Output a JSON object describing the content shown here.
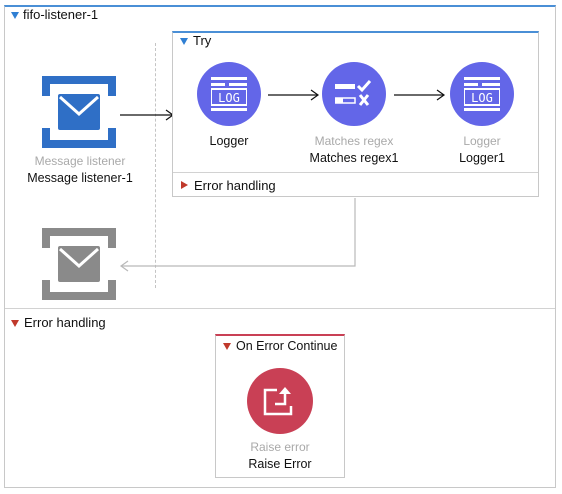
{
  "flow": {
    "title": "fifo-listener-1",
    "accent_color": "#4a8fd6",
    "source": {
      "type_label": "Message listener",
      "name": "Message listener-1",
      "icon": "envelope-icon",
      "color": "#2f6fc6"
    },
    "response_icon": {
      "icon": "envelope-icon",
      "color": "#8a8a8a"
    },
    "try_scope": {
      "title": "Try",
      "processors": [
        {
          "type_label": "",
          "name": "Logger",
          "icon": "log-icon",
          "color": "#6366e8"
        },
        {
          "type_label": "Matches regex",
          "name": "Matches regex1",
          "icon": "check-cross-icon",
          "color": "#6366e8"
        },
        {
          "type_label": "Logger",
          "name": "Logger1",
          "icon": "log-icon",
          "color": "#6366e8"
        }
      ],
      "error_handling_label": "Error handling"
    },
    "error_handling": {
      "title": "Error handling",
      "handler": {
        "title": "On Error Continue",
        "processor": {
          "type_label": "Raise error",
          "name": "Raise Error",
          "icon": "raise-error-icon",
          "color": "#c94055"
        }
      }
    }
  },
  "icon_text": {
    "log": "LOG"
  }
}
